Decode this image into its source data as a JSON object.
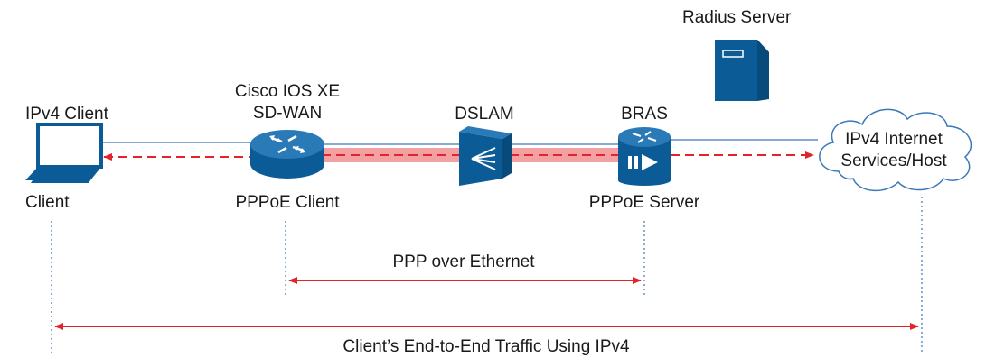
{
  "labels": {
    "radius_server": "Radius Server",
    "ipv4_client": "IPv4 Client",
    "client": "Client",
    "cisco_line1": "Cisco IOS XE",
    "cisco_line2": "SD-WAN",
    "pppoe_client": "PPPoE Client",
    "dslam": "DSLAM",
    "bras": "BRAS",
    "pppoe_server": "PPPoE Server",
    "cloud_line1": "IPv4 Internet",
    "cloud_line2": "Services/Host",
    "ppp_over_ethernet": "PPP over Ethernet",
    "end_to_end": "Client’s End-to-End Traffic Using IPv4"
  },
  "colors": {
    "device_blue": "#0b5c96",
    "arrow_red": "#e32329",
    "tunnel_pink": "#f2a0a2",
    "link_blue": "#3a78b8",
    "dotted_blue": "#3a78b8"
  },
  "icons": [
    "laptop-icon",
    "router-icon",
    "dslam-icon",
    "bras-icon",
    "cloud-icon",
    "server-icon"
  ]
}
